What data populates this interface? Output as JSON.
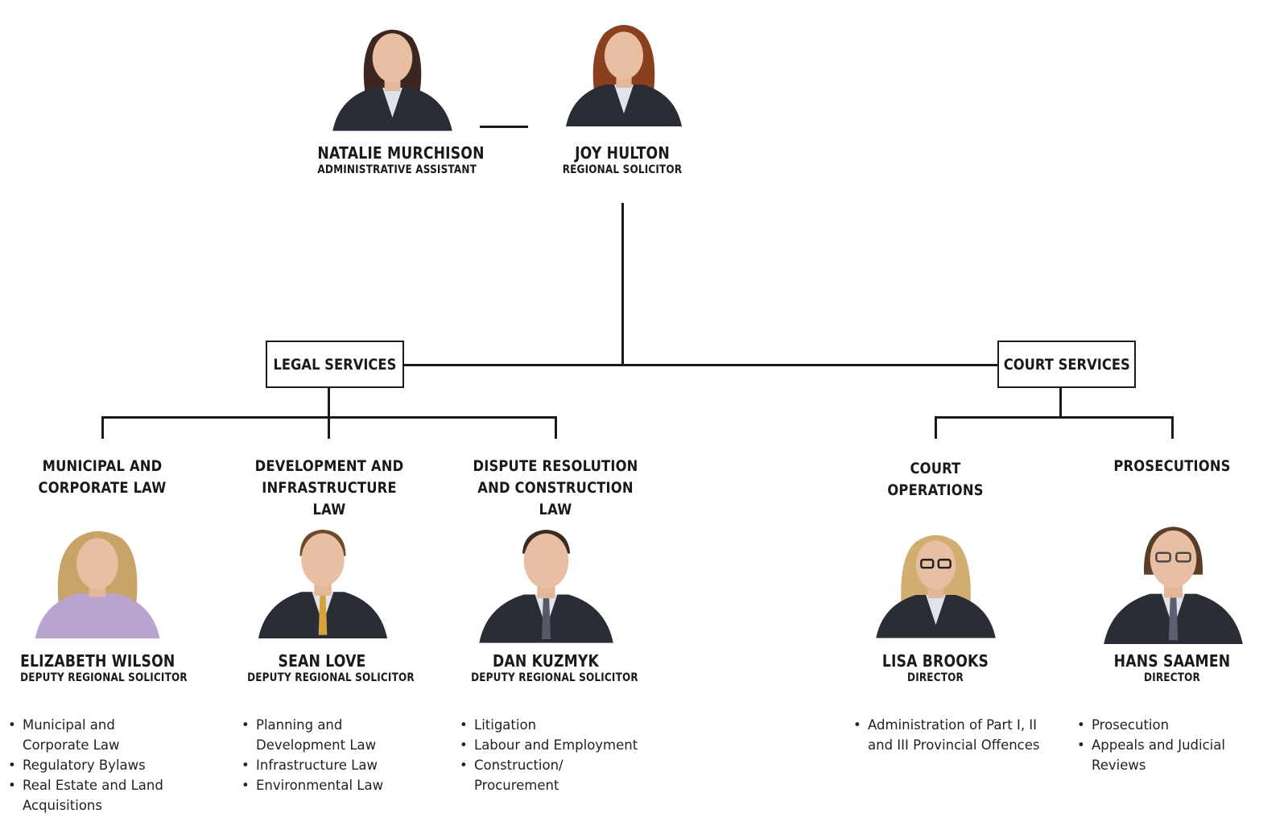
{
  "top": {
    "assistant": {
      "name": "NATALIE MURCHISON",
      "title": "ADMINISTRATIVE ASSISTANT"
    },
    "head": {
      "name": "JOY HULTON",
      "title": "REGIONAL SOLICITOR"
    }
  },
  "divisions": {
    "legal": "LEGAL SERVICES",
    "court": "COURT SERVICES"
  },
  "departments": [
    {
      "heading": [
        "MUNICIPAL AND",
        "CORPORATE LAW"
      ],
      "name": "ELIZABETH WILSON",
      "title": "DEPUTY REGIONAL SOLICITOR",
      "duties": [
        "Municipal and Corporate Law",
        "Regulatory Bylaws",
        "Real Estate and Land Acquisitions"
      ]
    },
    {
      "heading": [
        "DEVELOPMENT AND",
        "INFRASTRUCTURE LAW"
      ],
      "name": "SEAN LOVE",
      "title": "DEPUTY REGIONAL SOLICITOR",
      "duties": [
        "Planning and Development Law",
        "Infrastructure Law",
        "Environmental Law"
      ]
    },
    {
      "heading": [
        "DISPUTE RESOLUTION",
        "AND CONSTRUCTION LAW"
      ],
      "name": "DAN KUZMYK",
      "title": "DEPUTY REGIONAL SOLICITOR",
      "duties": [
        "Litigation",
        "Labour and Employment",
        "Construction/ Procurement"
      ]
    },
    {
      "heading": [
        "COURT",
        "OPERATIONS"
      ],
      "name": "LISA BROOKS",
      "title": "DIRECTOR",
      "duties": [
        "Administration of Part I, II and III Provincial Offences"
      ]
    },
    {
      "heading": [
        "PROSECUTIONS",
        ""
      ],
      "name": "HANS SAAMEN",
      "title": "DIRECTOR",
      "duties": [
        "Prosecution",
        "Appeals and Judicial Reviews"
      ]
    }
  ],
  "colors": {
    "line": "#1a1a1a",
    "background": "#ffffff",
    "text": "#1a1a1a"
  }
}
